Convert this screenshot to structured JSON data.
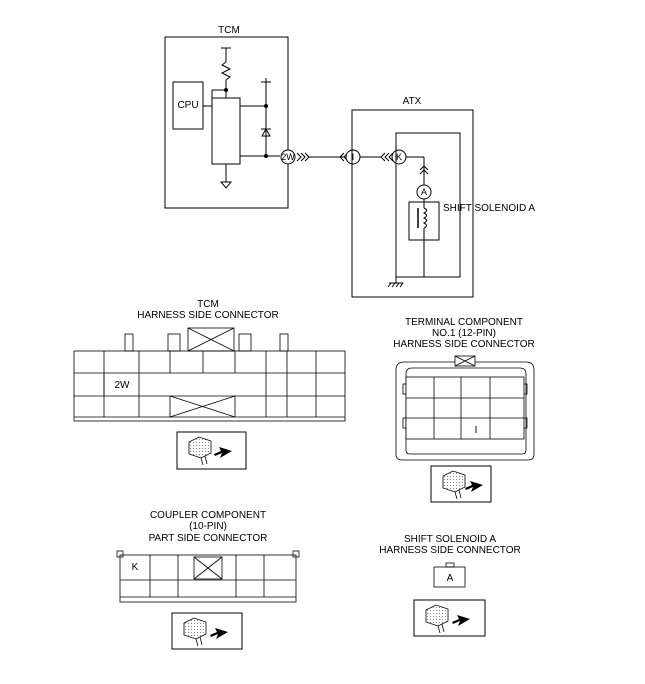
{
  "schematic": {
    "tcm_label": "TCM",
    "cpu_label": "CPU",
    "atx_label": "ATX",
    "pin_2w": "2W",
    "pin_i": "I",
    "pin_k": "K",
    "pin_a": "A",
    "solenoid_label": "SHIFT SOLENOID A"
  },
  "tcm_connector": {
    "title_line1": "TCM",
    "title_line2": "HARNESS SIDE CONNECTOR",
    "pin_label": "2W"
  },
  "terminal_connector": {
    "title_line1": "TERMINAL COMPONENT",
    "title_line2": "NO.1 (12-PIN)",
    "title_line3": "HARNESS SIDE CONNECTOR",
    "pin_label": "I"
  },
  "coupler_connector": {
    "title_line1": "COUPLER COMPONENT",
    "title_line2": "(10-PIN)",
    "title_line3": "PART SIDE CONNECTOR",
    "pin_label": "K"
  },
  "solenoid_connector": {
    "title_line1": "SHIFT SOLENOID A",
    "title_line2": "HARNESS SIDE CONNECTOR",
    "pin_label": "A"
  },
  "icons": [
    "connector-plug-icon",
    "ground-icon",
    "resistor-icon",
    "zener-diode-icon",
    "coil-icon"
  ]
}
